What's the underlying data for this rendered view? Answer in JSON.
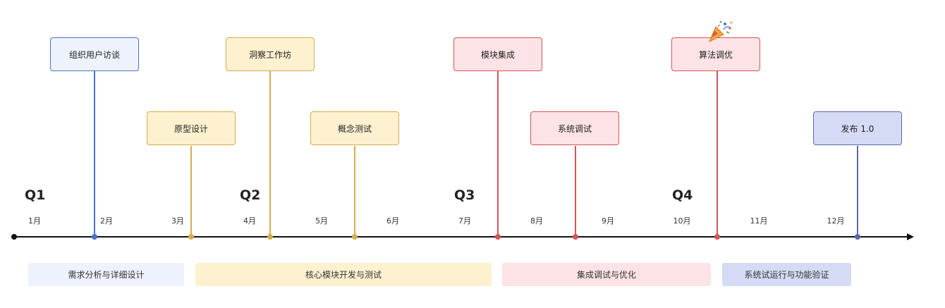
{
  "quarters": [
    "Q1",
    "Q2",
    "Q3",
    "Q4"
  ],
  "months": [
    "1月",
    "2月",
    "3月",
    "4月",
    "5月",
    "6月",
    "7月",
    "8月",
    "9月",
    "10月",
    "11月",
    "12月"
  ],
  "milestones": [
    {
      "label": "组织用户访谈",
      "color": "#4a72c4"
    },
    {
      "label": "原型设计",
      "color": "#d3ad4e"
    },
    {
      "label": "洞察工作坊",
      "color": "#d3ad4e"
    },
    {
      "label": "概念测试",
      "color": "#d3ad4e"
    },
    {
      "label": "模块集成",
      "color": "#d35459"
    },
    {
      "label": "系统调试",
      "color": "#d35459"
    },
    {
      "label": "算法调优",
      "color": "#d35459"
    },
    {
      "label": "发布 1.0",
      "color": "#5a6aa8"
    }
  ],
  "phases": [
    {
      "label": "需求分析与详细设计",
      "color": "#eef2fd"
    },
    {
      "label": "核心模块开发与测试",
      "color": "#fdf1cf"
    },
    {
      "label": "集成调试与优化",
      "color": "#fde3e5"
    },
    {
      "label": "系统试运行与功能验证",
      "color": "#d5dbf5"
    }
  ],
  "decoration": {
    "icon": "party-popper-icon"
  }
}
